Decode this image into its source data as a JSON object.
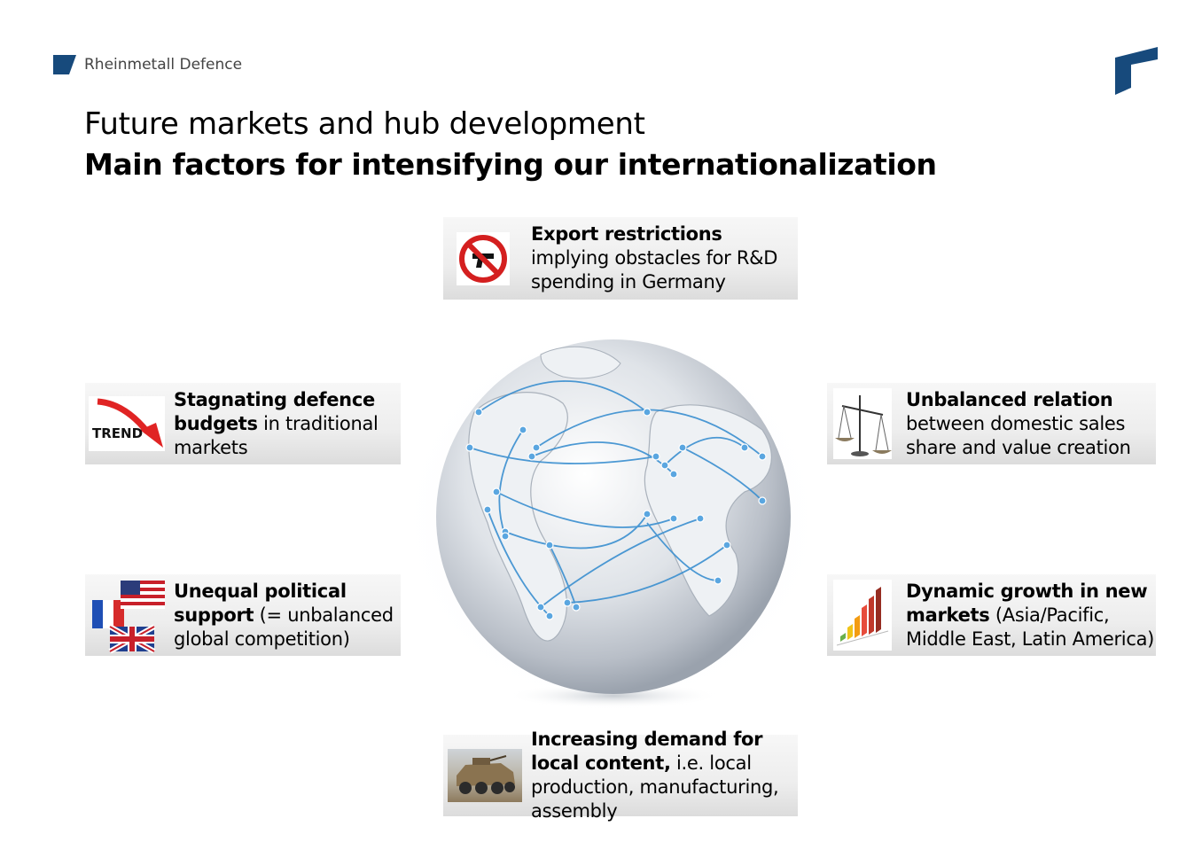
{
  "header": {
    "brand_name": "Rheinmetall Defence",
    "accent_color": "#174a7c"
  },
  "title": "Future markets and hub development",
  "subtitle": "Main factors for intensifying our internationalization",
  "factors": {
    "export": {
      "bold": "Export restrictions",
      "rest": " implying obstacles for R&D spending in Germany",
      "icon": "no-weapons-icon"
    },
    "budgets": {
      "bold": "Stagnating defence budgets",
      "rest": " in traditional markets",
      "icon": "trend-down-icon",
      "icon_text": "TREND"
    },
    "relation": {
      "bold": "Unbalanced relation",
      "rest": " between domestic sales share and value creation",
      "icon": "balance-scale-icon"
    },
    "political": {
      "bold": "Unequal political support",
      "rest": " (= unbalanced global competition)",
      "icon": "flags-icon"
    },
    "growth": {
      "bold": "Dynamic growth in new markets",
      "rest": " (Asia/Pacific, Middle East, Latin America)",
      "icon": "growth-chart-icon"
    },
    "local": {
      "bold": "Increasing demand for local content,",
      "rest": " i.e. local production, manufacturing, assembly",
      "icon": "armored-vehicle-icon"
    }
  },
  "globe": {
    "icon": "network-globe-icon",
    "line_color": "#3a8fd0"
  }
}
